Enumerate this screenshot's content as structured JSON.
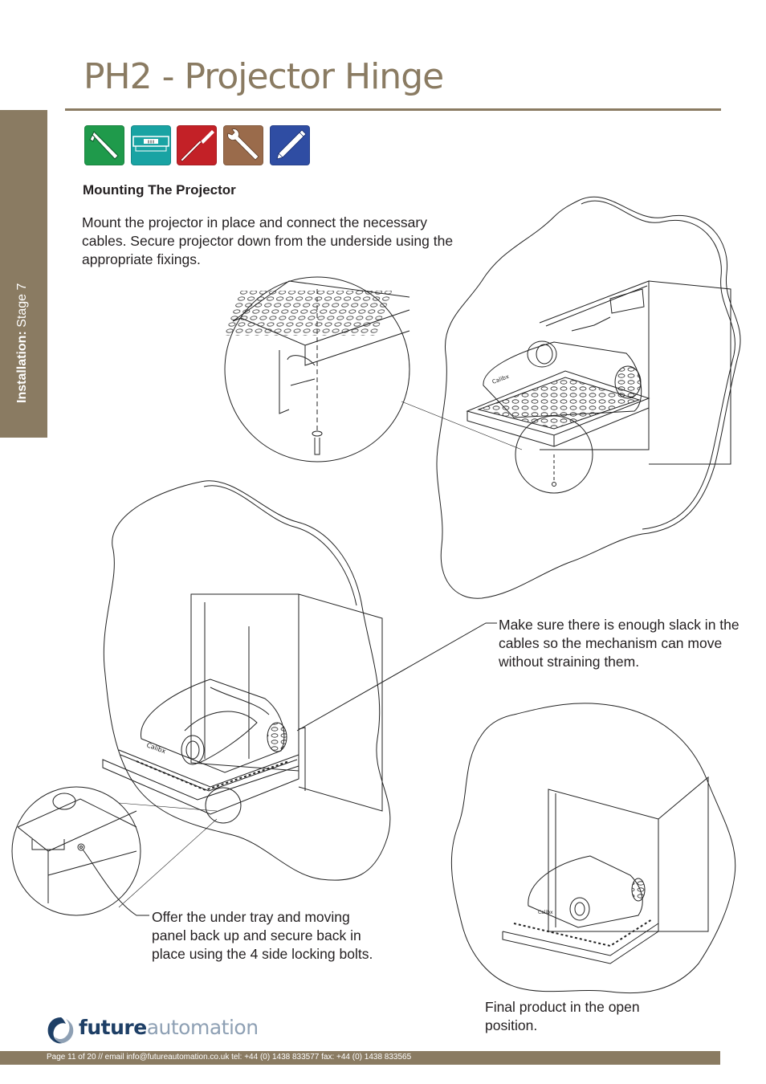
{
  "header": {
    "title": "PH2 - Projector Hinge"
  },
  "side_tab": {
    "label_bold": "Installation:",
    "label_rest": " Stage  7"
  },
  "tools": [
    {
      "name": "allen-key-icon",
      "color": "#1f9a4b"
    },
    {
      "name": "spirit-level-icon",
      "color": "#19a3a3"
    },
    {
      "name": "screwdriver-icon",
      "color": "#c32127"
    },
    {
      "name": "spanner-icon",
      "color": "#9a6b4b"
    },
    {
      "name": "pencil-icon",
      "color": "#2f4da3"
    }
  ],
  "level_label": "IIIIII",
  "content": {
    "heading": "Mounting The Projector",
    "intro": "Mount the projector in place and connect the necessary cables. Secure projector down from the underside using the appropriate fixings.",
    "callout_slack": "Make sure there is enough slack in the cables so the mechanism can move without straining them.",
    "callout_tray": "Offer the under tray and moving panel back up and secure back in place using the 4 side locking bolts.",
    "callout_final": "Final product in the open position.",
    "projector_brand": "Calibx"
  },
  "logo": {
    "bold": "future",
    "light": "automation"
  },
  "footer": {
    "text": "Page 11 of 20 // email info@futureautomation.co.uk  tel: +44 (0) 1438 833577  fax: +44 (0) 1438 833565"
  },
  "colors": {
    "brand": "#8a7b62",
    "logo_blue": "#1e3f66"
  }
}
